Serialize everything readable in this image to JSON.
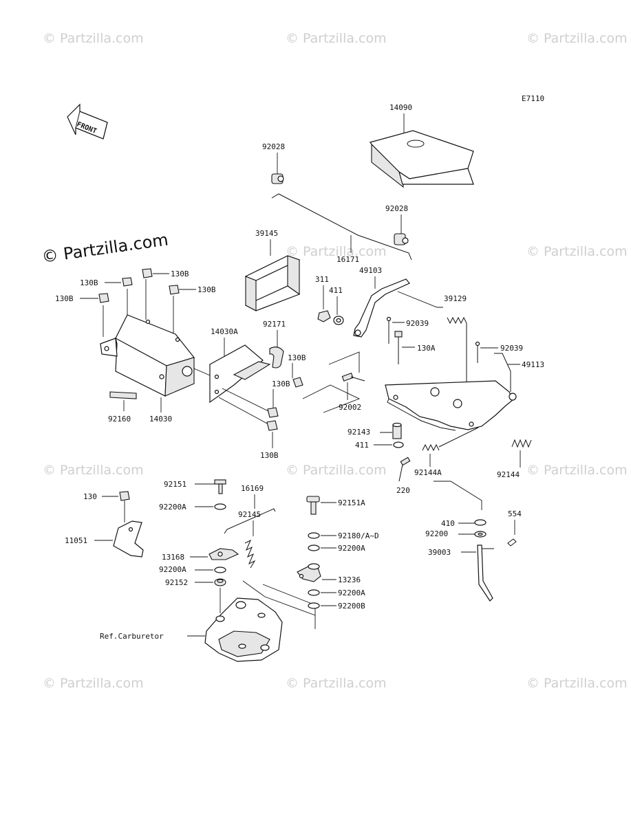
{
  "diagram_code": "E7110",
  "front_arrow_label": "FRONT",
  "watermark": {
    "text": "© Partzilla.com",
    "text_main": "© Partzilla.com"
  },
  "labels": {
    "p14090": "14090",
    "p92028a": "92028",
    "p92028b": "92028",
    "p16171": "16171",
    "p39145": "39145",
    "p311": "311",
    "p411a": "411",
    "p49103": "49103",
    "p39129": "39129",
    "p92039a": "92039",
    "p92039b": "92039",
    "p130a": "130A",
    "p49113": "49113",
    "p130b_1": "130B",
    "p130b_2": "130B",
    "p130b_3": "130B",
    "p130b_4": "130B",
    "p130b_5": "130B",
    "p130b_6": "130B",
    "p130b_7": "130B",
    "p14030a": "14030A",
    "p92171": "92171",
    "p92160": "92160",
    "p14030": "14030",
    "p92002": "92002",
    "p92143": "92143",
    "p411b": "411",
    "p92144a": "92144A",
    "p92144": "92144",
    "p220": "220",
    "p130": "130",
    "p11051": "11051",
    "p92151": "92151",
    "p16169": "16169",
    "p92200a_1": "92200A",
    "p92145": "92145",
    "p13168": "13168",
    "p92200a_2": "92200A",
    "p92152": "92152",
    "p92151a": "92151A",
    "p92180": "92180/A~D",
    "p92200a_3": "92200A",
    "p13236": "13236",
    "p92200a_4": "92200A",
    "p92200b": "92200B",
    "p410": "410",
    "p554": "554",
    "p92200": "92200",
    "p39003": "39003",
    "ref_carb": "Ref.Carburetor"
  }
}
